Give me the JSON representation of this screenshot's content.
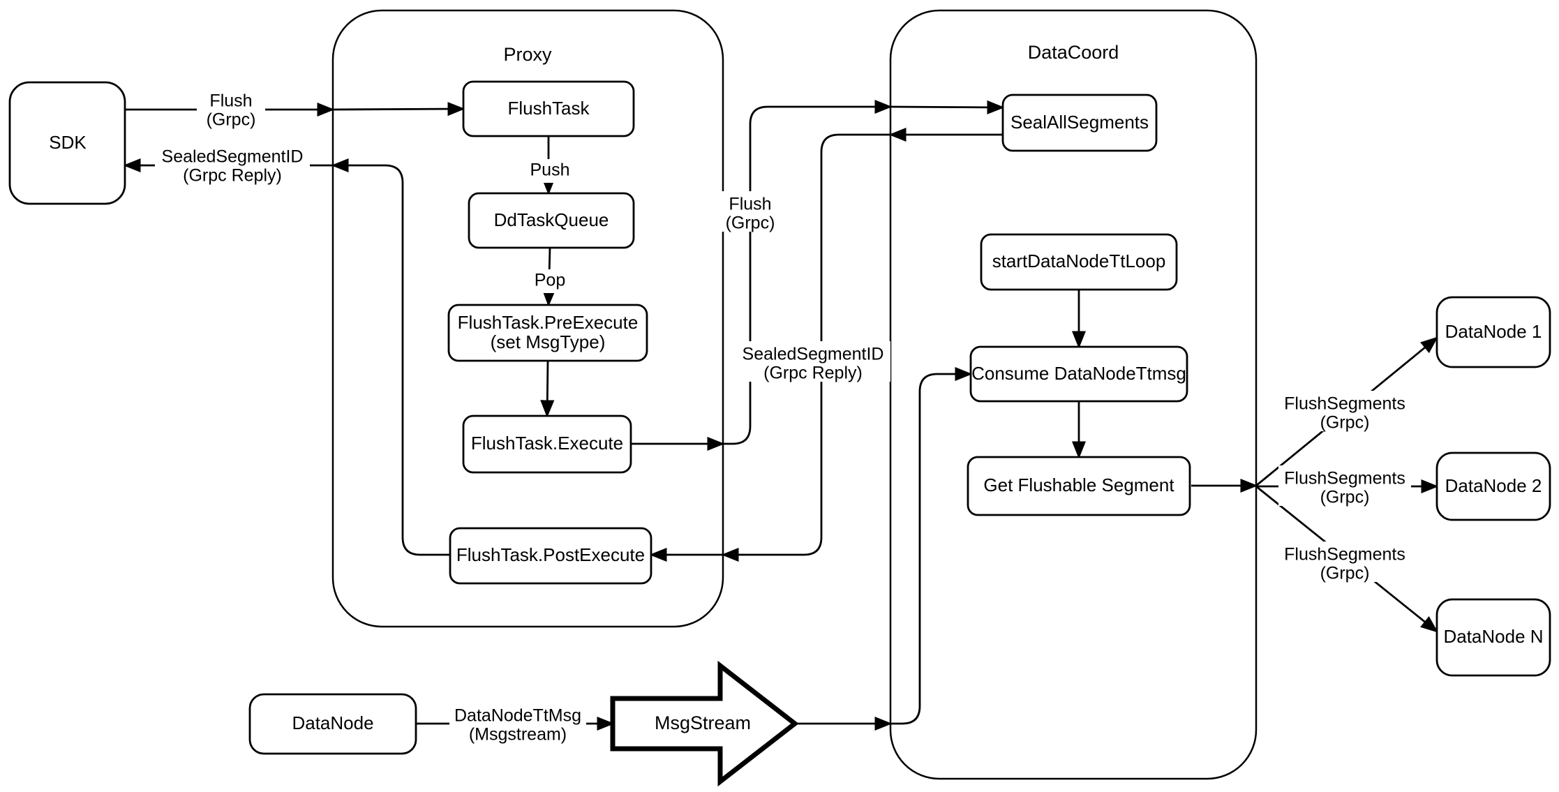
{
  "colors": {
    "stroke": "#000000",
    "node_fill": "#ffffff",
    "background": "#ffffff",
    "label_bg": "#ffffff",
    "text": "#000000"
  },
  "containers": {
    "proxy": {
      "label": "Proxy"
    },
    "datacoord": {
      "label": "DataCoord"
    }
  },
  "nodes": {
    "sdk": {
      "label": "SDK"
    },
    "flush_task": {
      "label": "FlushTask"
    },
    "dd_task_queue": {
      "label": "DdTaskQueue"
    },
    "pre_execute": {
      "line1": "FlushTask.PreExecute",
      "line2": "(set MsgType)"
    },
    "execute": {
      "label": "FlushTask.Execute"
    },
    "post_execute": {
      "label": "FlushTask.PostExecute"
    },
    "seal_all_segments": {
      "label": "SealAllSegments"
    },
    "start_datanode_tt_loop": {
      "label": "startDataNodeTtLoop"
    },
    "consume_datanode_ttmsg": {
      "label": "Consume DataNodeTtmsg"
    },
    "get_flushable_segment": {
      "label": "Get Flushable Segment"
    },
    "datanode_1": {
      "label": "DataNode 1"
    },
    "datanode_2": {
      "label": "DataNode 2"
    },
    "datanode_n": {
      "label": "DataNode N"
    },
    "datanode": {
      "label": "DataNode"
    },
    "msgstream": {
      "label": "MsgStream"
    }
  },
  "edge_labels": {
    "flush_sdk": {
      "line1": "Flush",
      "line2": "(Grpc)"
    },
    "sealed_sdk": {
      "line1": "SealedSegmentID",
      "line2": "(Grpc Reply)"
    },
    "push": {
      "label": "Push"
    },
    "pop": {
      "label": "Pop"
    },
    "flush_dc": {
      "line1": "Flush",
      "line2": "(Grpc)"
    },
    "sealed_dc": {
      "line1": "SealedSegmentID",
      "line2": "(Grpc Reply)"
    },
    "flush_segments_1": {
      "line1": "FlushSegments",
      "line2": "(Grpc)"
    },
    "flush_segments_2": {
      "line1": "FlushSegments",
      "line2": "(Grpc)"
    },
    "flush_segments_3": {
      "line1": "FlushSegments",
      "line2": "(Grpc)"
    },
    "datanode_ttmsg": {
      "line1": "DataNodeTtMsg",
      "line2": "(Msgstream)"
    }
  }
}
